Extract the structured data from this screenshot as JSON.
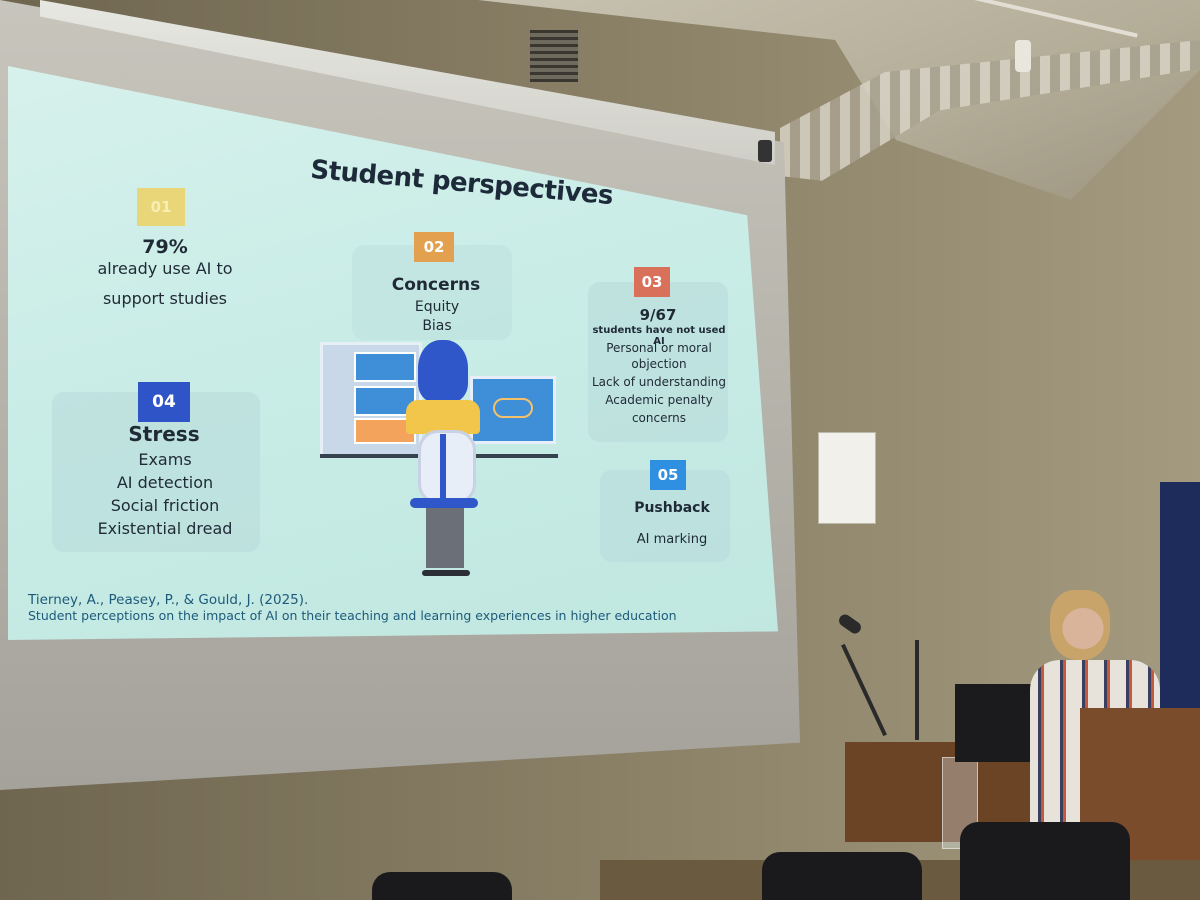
{
  "slide": {
    "title": "Student perspectives",
    "items": [
      {
        "number": "01",
        "headline": "79%",
        "lines": [
          "already use AI to",
          "support studies"
        ]
      },
      {
        "number": "02",
        "headline": "Concerns",
        "lines": [
          "Equity",
          "Bias"
        ]
      },
      {
        "number": "03",
        "headline": "9/67",
        "subhead": "students have not used AI",
        "lines": [
          "Personal or moral",
          "objection",
          "Lack of understanding",
          "Academic penalty",
          "concerns"
        ]
      },
      {
        "number": "04",
        "headline": "Stress",
        "lines": [
          "Exams",
          "AI detection",
          "Social friction",
          "Existential dread"
        ]
      },
      {
        "number": "05",
        "headline": "Pushback",
        "lines": [
          "AI marking"
        ]
      }
    ],
    "citation": {
      "authors": "Tierney, A., Peasey, P., & Gould, J. (2025).",
      "title": "Student perceptions on the impact of AI on their teaching and learning experiences in higher education"
    }
  },
  "colors": {
    "badge_01": "#e9d678",
    "badge_02": "#e3a14f",
    "badge_03": "#d9705a",
    "badge_04": "#2f54c8",
    "badge_05": "#2f8fe0",
    "slide_background": "#c8ece6"
  }
}
